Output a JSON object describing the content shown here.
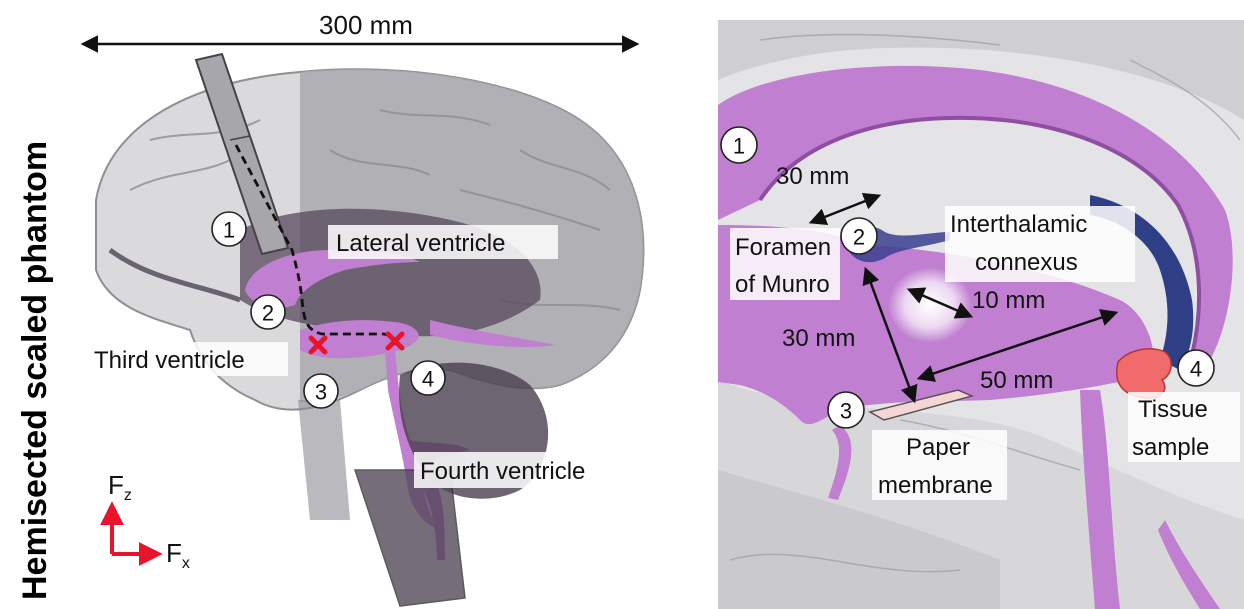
{
  "vertical_title": "Hemisected scaled phantom",
  "left_panel": {
    "scale_label": "300 mm",
    "structures": {
      "lateral_ventricle": "Lateral ventricle",
      "third_ventricle": "Third ventricle",
      "fourth_ventricle": "Fourth ventricle"
    },
    "markers": [
      "1",
      "2",
      "3",
      "4"
    ],
    "axes": {
      "z_base": "F",
      "z_sub": "z",
      "x_base": "F",
      "x_sub": "x"
    }
  },
  "right_panel": {
    "markers": [
      "1",
      "2",
      "3",
      "4"
    ],
    "dimensions": {
      "d1": "30 mm",
      "d2": "10 mm",
      "d3": "30 mm",
      "d4": "50 mm"
    },
    "labels": {
      "foramen_line1": "Foramen",
      "foramen_line2": "of Munro",
      "interthalamic_line1": "Interthalamic",
      "interthalamic_line2": "connexus",
      "paper_line1": "Paper",
      "paper_line2": "membrane",
      "tissue_line1": "Tissue",
      "tissue_line2": "sample"
    }
  },
  "colors": {
    "ventricle": "#c07fd0",
    "ventricle_dark": "#a65bb8",
    "brain_tissue": "#b9b9bd",
    "cerebellum": "#4a3f4f",
    "marker_red": "#e8142b",
    "axis_red": "#e8142b",
    "connexus_blue": "#2e3f86",
    "tissue_sample": "#f26b6b",
    "paper": "#f6d6d4"
  }
}
